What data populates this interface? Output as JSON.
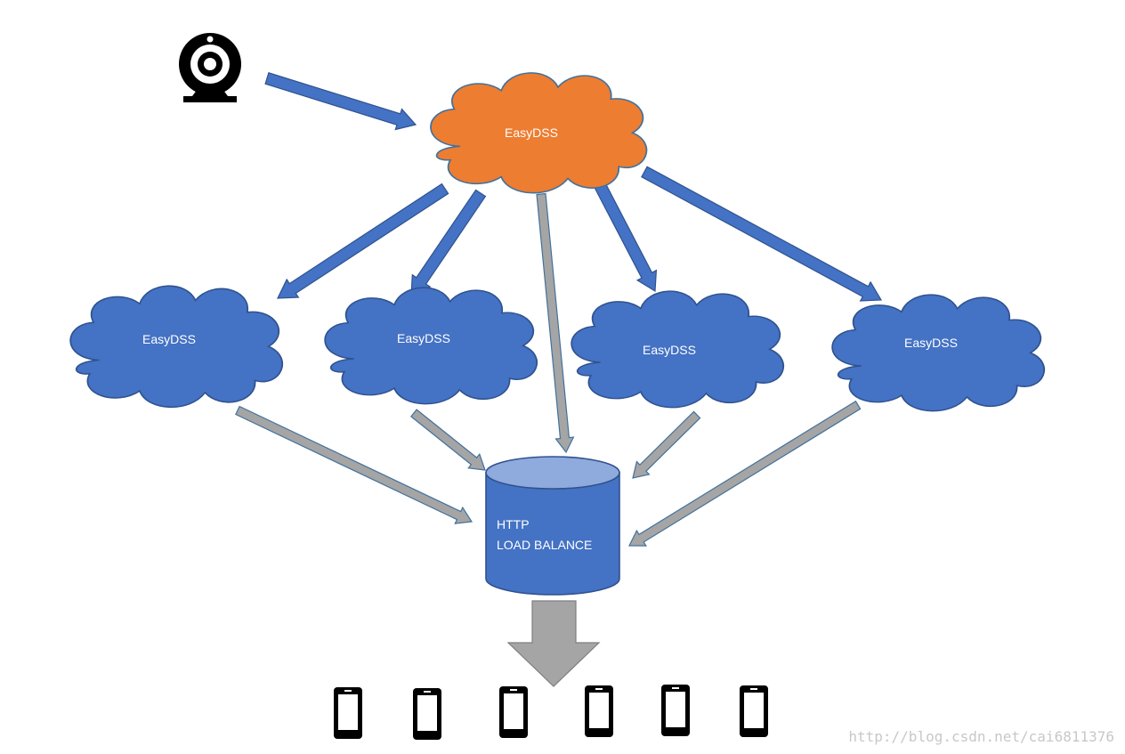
{
  "source": {
    "icon": "webcam-icon"
  },
  "origin_server": {
    "label": "EasyDSS",
    "color": "#ED7D31"
  },
  "edge_servers": [
    {
      "label": "EasyDSS"
    },
    {
      "label": "EasyDSS"
    },
    {
      "label": "EasyDSS"
    },
    {
      "label": "EasyDSS"
    }
  ],
  "edge_color": "#4472C4",
  "load_balancer": {
    "line1": "HTTP",
    "line2": "LOAD BALANCE",
    "color": "#4472C4",
    "top_color": "#8FAADC"
  },
  "clients": {
    "icon": "smartphone-icon",
    "count": 6
  },
  "colors": {
    "push_arrow": "#4472C4",
    "pull_arrow": "#A5A5A5",
    "output_arrow": "#A5A5A5"
  },
  "watermark": "http://blog.csdn.net/cai6811376"
}
